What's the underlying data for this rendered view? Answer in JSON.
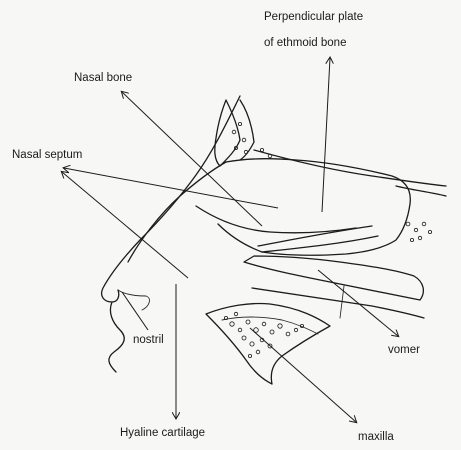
{
  "labels": {
    "perpendicular_plate_line1": "Perpendicular plate",
    "perpendicular_plate_line2": "of ethmoid bone",
    "nasal_bone": "Nasal bone",
    "nasal_septum": "Nasal septum",
    "nostril": "nostril",
    "vomer": "vomer",
    "hyaline_cartilage": "Hyaline cartilage",
    "maxilla": "maxilla"
  },
  "colors": {
    "ink": "#1c1c1c",
    "paper": "#f7f7f6"
  }
}
